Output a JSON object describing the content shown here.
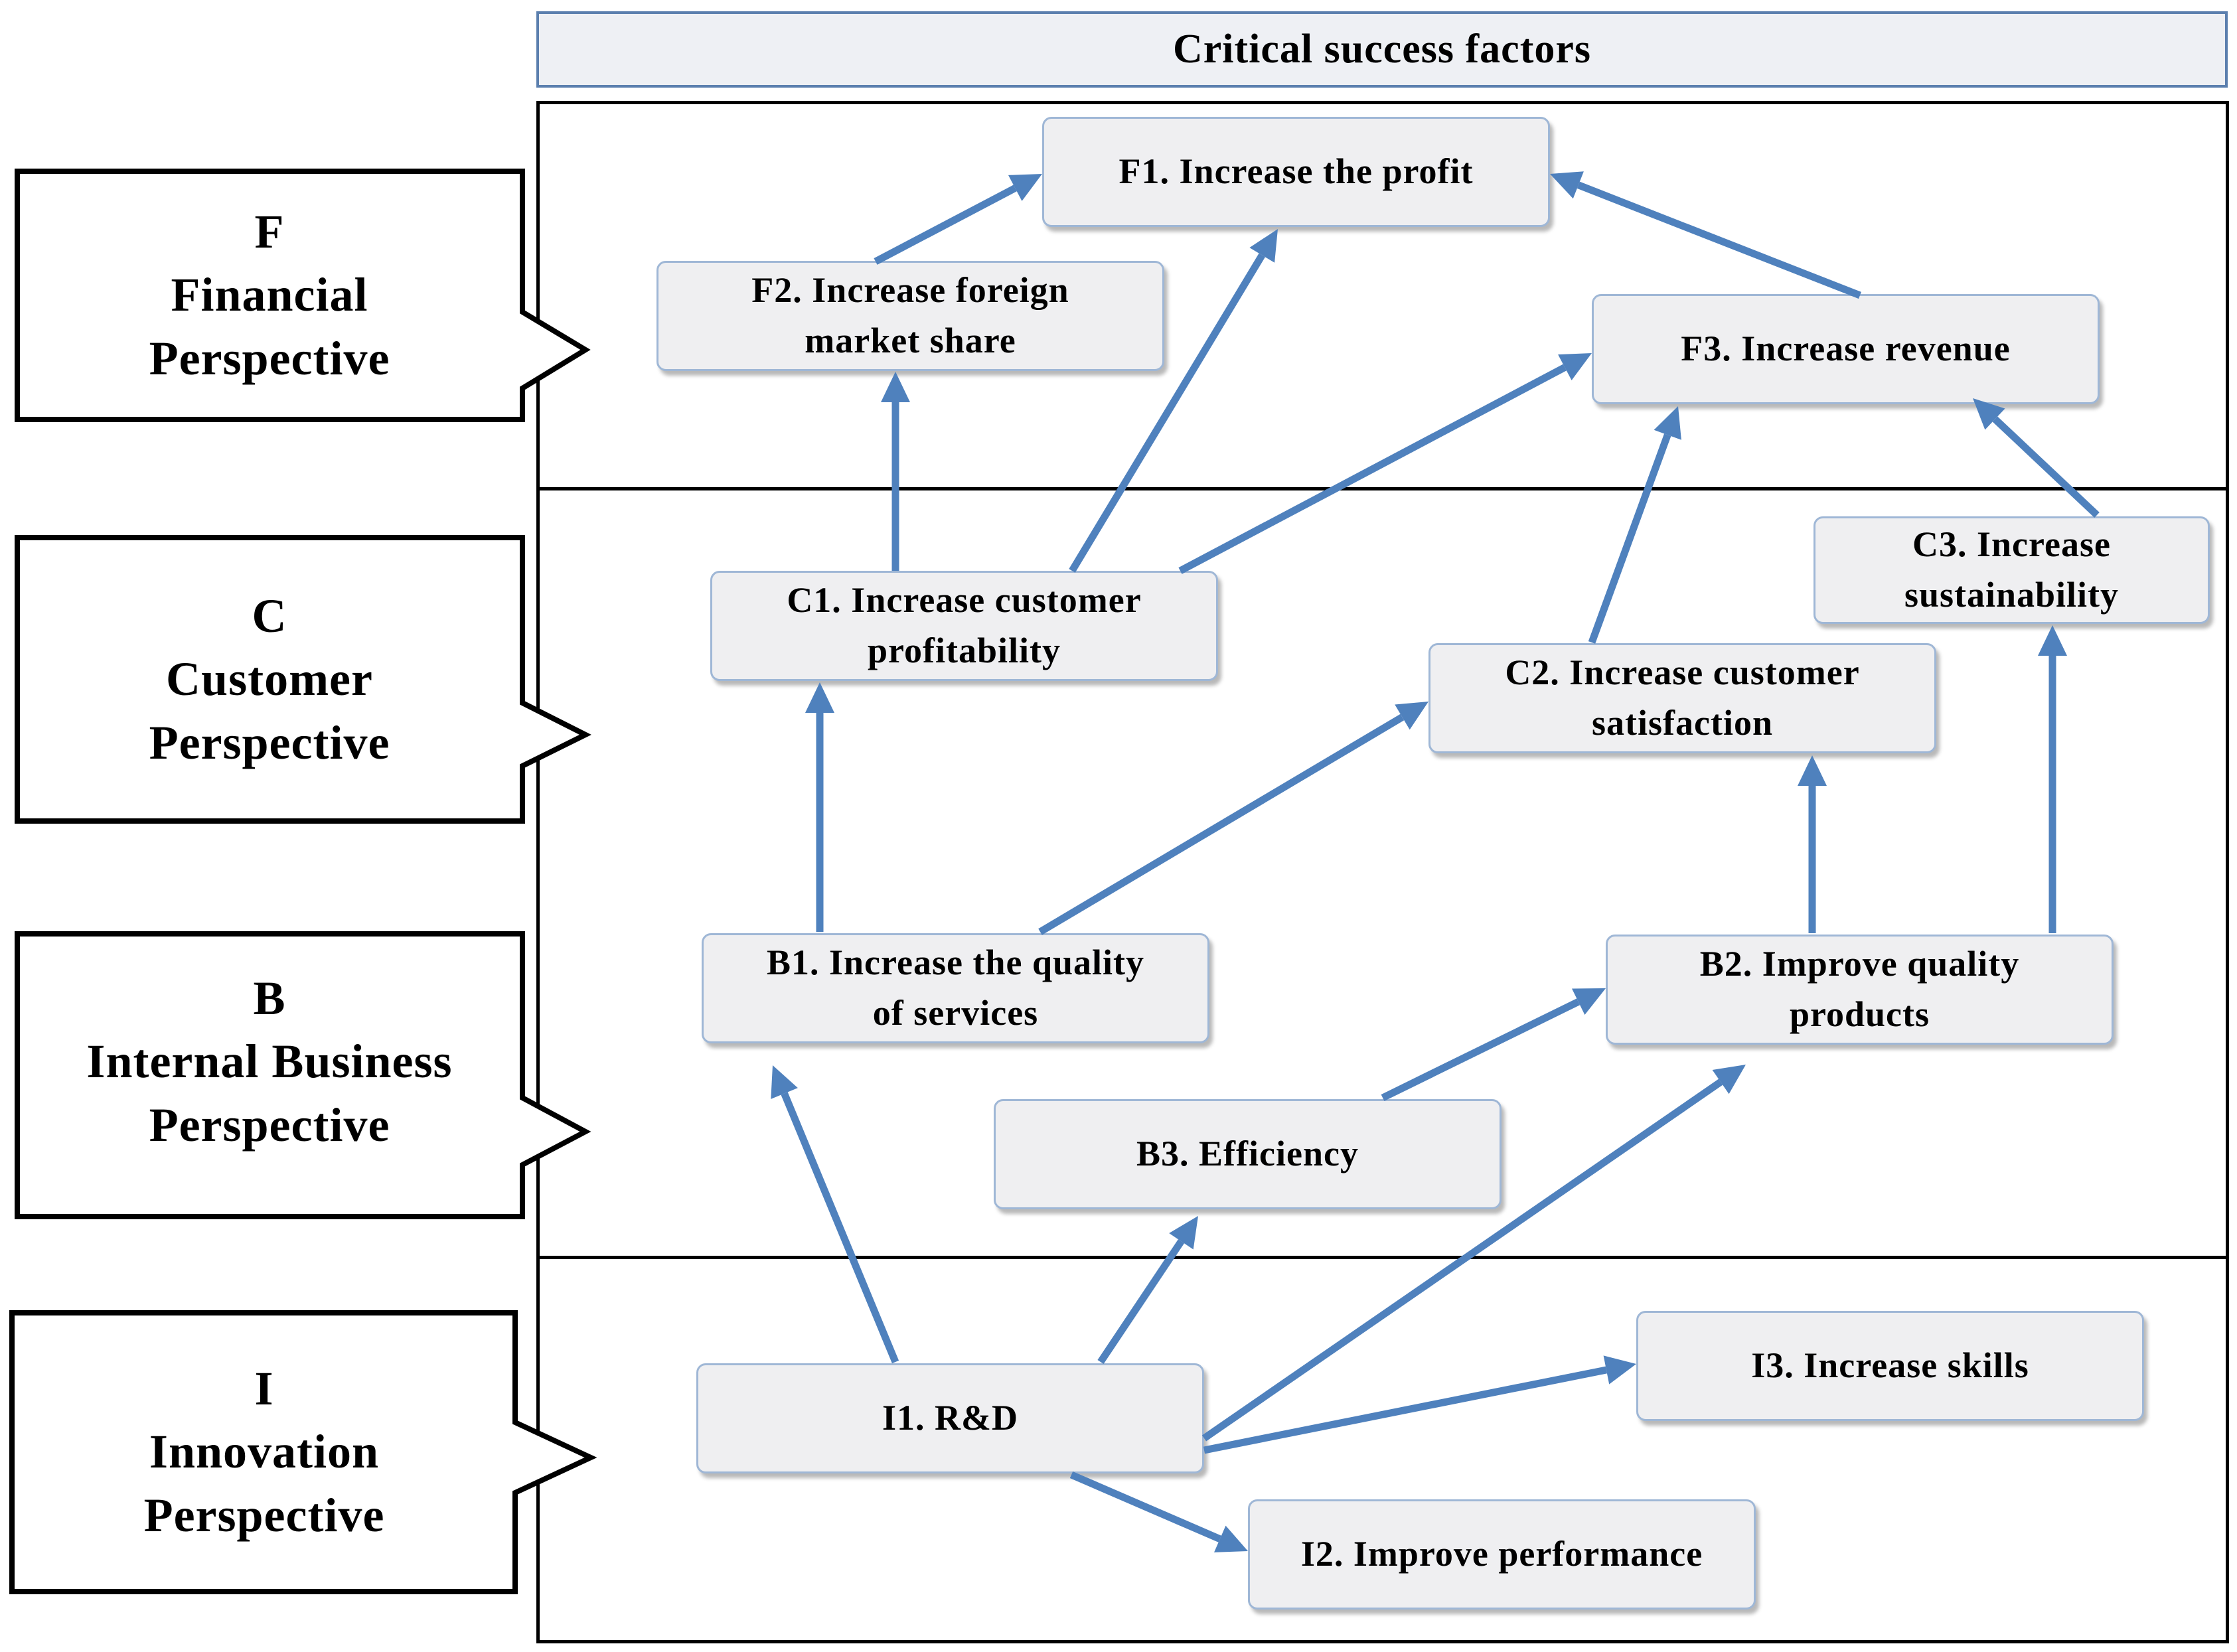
{
  "header": {
    "title": "Critical success  factors"
  },
  "perspectives": [
    {
      "key": "F",
      "line1": "Financial",
      "line2": "Perspective"
    },
    {
      "key": "C",
      "line1": "Customer",
      "line2": "Perspective"
    },
    {
      "key": "B",
      "line1": "Internal Business",
      "line2": "Perspective"
    },
    {
      "key": "I",
      "line1": "Innovation",
      "line2": "Perspective"
    }
  ],
  "nodes": {
    "F1": {
      "line1": "F1. Increase  the profit",
      "line2": ""
    },
    "F2": {
      "line1": "F2. Increase  foreign",
      "line2": "market share"
    },
    "F3": {
      "line1": "F3. Increase revenue",
      "line2": ""
    },
    "C1": {
      "line1": "C1. Increase customer",
      "line2": "profitability"
    },
    "C2": {
      "line1": "C2. Increase customer",
      "line2": "satisfaction"
    },
    "C3": {
      "line1": "C3. Increase",
      "line2": "sustainability"
    },
    "B1": {
      "line1": "B1. Increase the quality",
      "line2": "of services"
    },
    "B2": {
      "line1": "B2. Improve quality",
      "line2": "products"
    },
    "B3": {
      "line1": "B3. Efficiency",
      "line2": ""
    },
    "I1": {
      "line1": "I1. R&D",
      "line2": ""
    },
    "I2": {
      "line1": "I2. Improve performance",
      "line2": ""
    },
    "I3": {
      "line1": "I3. Increase skills",
      "line2": ""
    }
  },
  "links": [
    {
      "from": "F2",
      "to": "F1"
    },
    {
      "from": "F3",
      "to": "F1"
    },
    {
      "from": "C1",
      "to": "F2"
    },
    {
      "from": "C1",
      "to": "F1"
    },
    {
      "from": "C1",
      "to": "F3"
    },
    {
      "from": "C2",
      "to": "F3"
    },
    {
      "from": "C3",
      "to": "F3"
    },
    {
      "from": "B1",
      "to": "C1"
    },
    {
      "from": "B1",
      "to": "C2"
    },
    {
      "from": "B2",
      "to": "C2"
    },
    {
      "from": "B2",
      "to": "C3"
    },
    {
      "from": "B3",
      "to": "B2"
    },
    {
      "from": "I1",
      "to": "B1"
    },
    {
      "from": "I1",
      "to": "B3"
    },
    {
      "from": "I1",
      "to": "B2"
    },
    {
      "from": "I1",
      "to": "I3"
    },
    {
      "from": "I1",
      "to": "I2"
    }
  ],
  "colors": {
    "arrow": "#4f81bd",
    "node_fill": "#efeff1",
    "node_border": "#9fb7d6",
    "header_fill": "#eef0f4"
  }
}
